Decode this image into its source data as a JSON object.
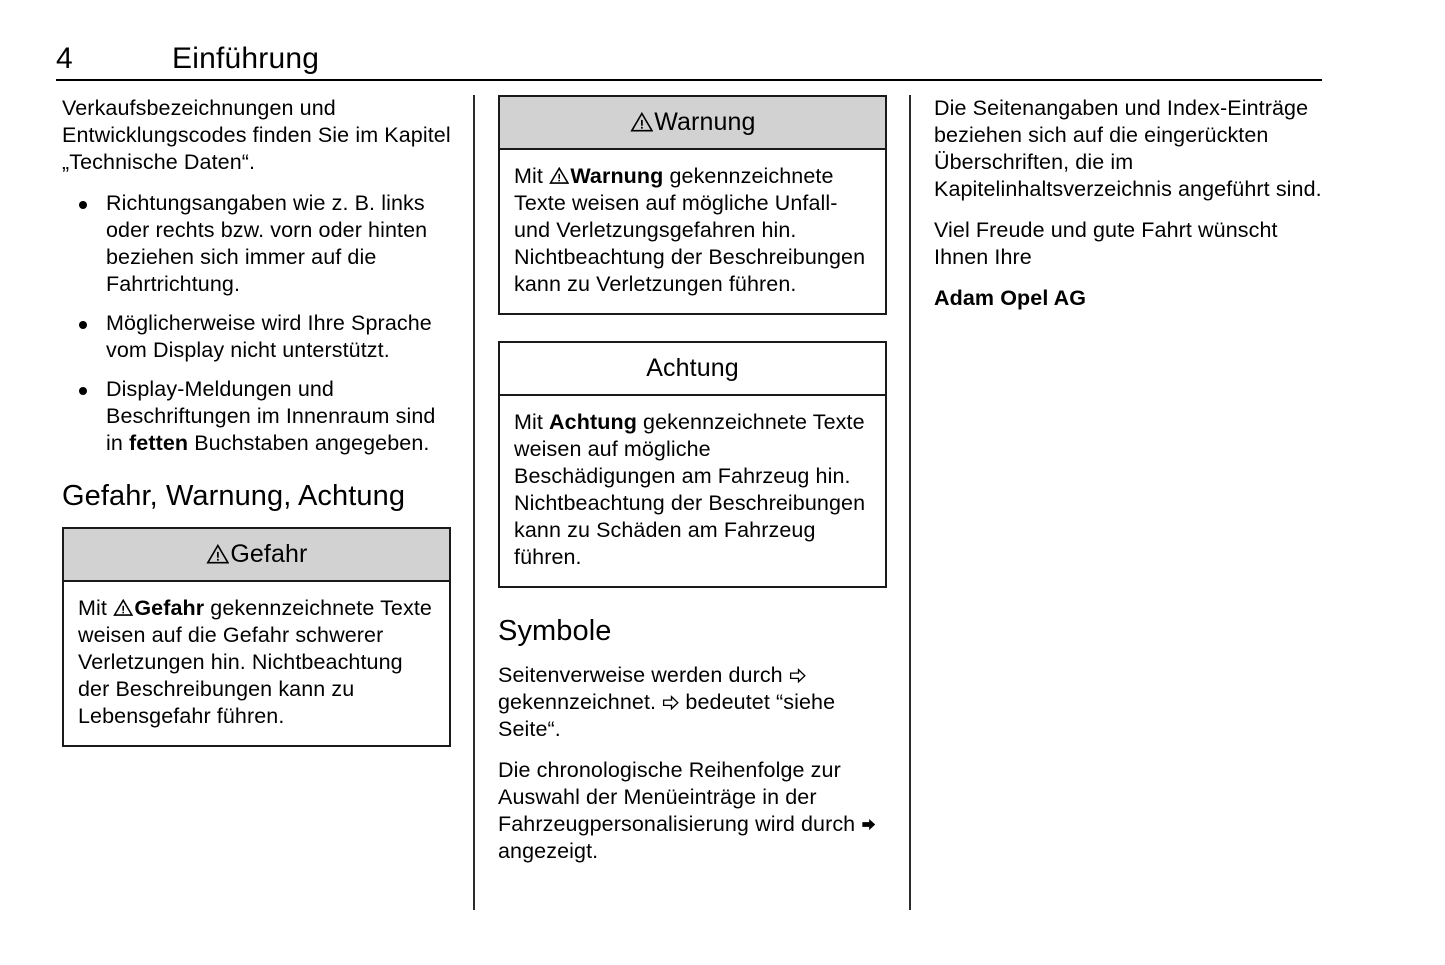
{
  "header": {
    "page_number": "4",
    "chapter_title": "Einführung"
  },
  "column_1": {
    "intro_paragraph": "Verkaufsbezeichnungen und Entwicklungscodes finden Sie im Kapitel „Technische Daten“.",
    "bullets": [
      "Richtungsangaben wie z. B. links oder rechts bzw. vorn oder hinten beziehen sich immer auf die Fahrtrichtung.",
      "Möglicherweise wird Ihre Sprache vom Display nicht unterstützt.",
      {
        "part_1": "Display-Meldungen und Beschriftungen im Innenraum sind in ",
        "emphasis": "fetten",
        "part_2": " Buchstaben angegeben."
      }
    ],
    "section_heading": "Gefahr, Warnung, Achtung",
    "gefahr_box": {
      "head_label": "Gefahr",
      "head_icon": "warning-triangle-icon",
      "body_prefix": "Mit ",
      "body_emphasis": "Gefahr",
      "body_text": " gekennzeichnete Texte weisen auf die Gefahr schwerer Verletzungen hin. Nichtbeachtung der Beschreibungen kann zu Lebensgefahr führen."
    }
  },
  "column_2": {
    "warnung_box": {
      "head_label": "Warnung",
      "head_icon": "warning-triangle-icon",
      "body_prefix": "Mit ",
      "body_emphasis": "Warnung",
      "body_text": " gekennzeichnete Texte weisen auf mögliche Unfall- und Verletzungsgefahren hin. Nichtbeachtung der Beschreibungen kann zu Verletzungen führen."
    },
    "achtung_box": {
      "head_label": "Achtung",
      "body_prefix": "Mit ",
      "body_emphasis": "Achtung",
      "body_text": " gekennzeichnete Texte weisen auf mögliche Beschädigungen am Fahrzeug hin. Nichtbeachtung der Beschreibungen kann zu Schäden am Fahrzeug führen."
    },
    "symbole_heading": "Symbole",
    "symbole_paragraph_1": {
      "part_1": "Seitenverweise werden durch ",
      "icon_1": "arrow-hollow-right-icon",
      "part_2": " gekennzeichnet. ",
      "icon_2": "arrow-hollow-right-icon",
      "part_3": " bedeutet “siehe Seite“."
    },
    "symbole_paragraph_2": {
      "part_1": "Die chronologische Reihenfolge zur Auswahl der Menüeinträge in der Fahrzeugpersonalisierung wird durch ",
      "icon_1": "arrow-solid-right-icon",
      "part_2": " angezeigt."
    }
  },
  "column_3": {
    "paragraph_1": "Die Seitenangaben und Index-Einträge beziehen sich auf die eingerückten Überschriften, die im Kapitelinhaltsverzeichnis angeführt sind.",
    "paragraph_2": "Viel Freude und gute Fahrt wünscht Ihnen Ihre",
    "signature": "Adam Opel AG"
  },
  "colors": {
    "notice_head_shade": "#d2d2d2",
    "rule": "#000000",
    "text": "#000000"
  }
}
